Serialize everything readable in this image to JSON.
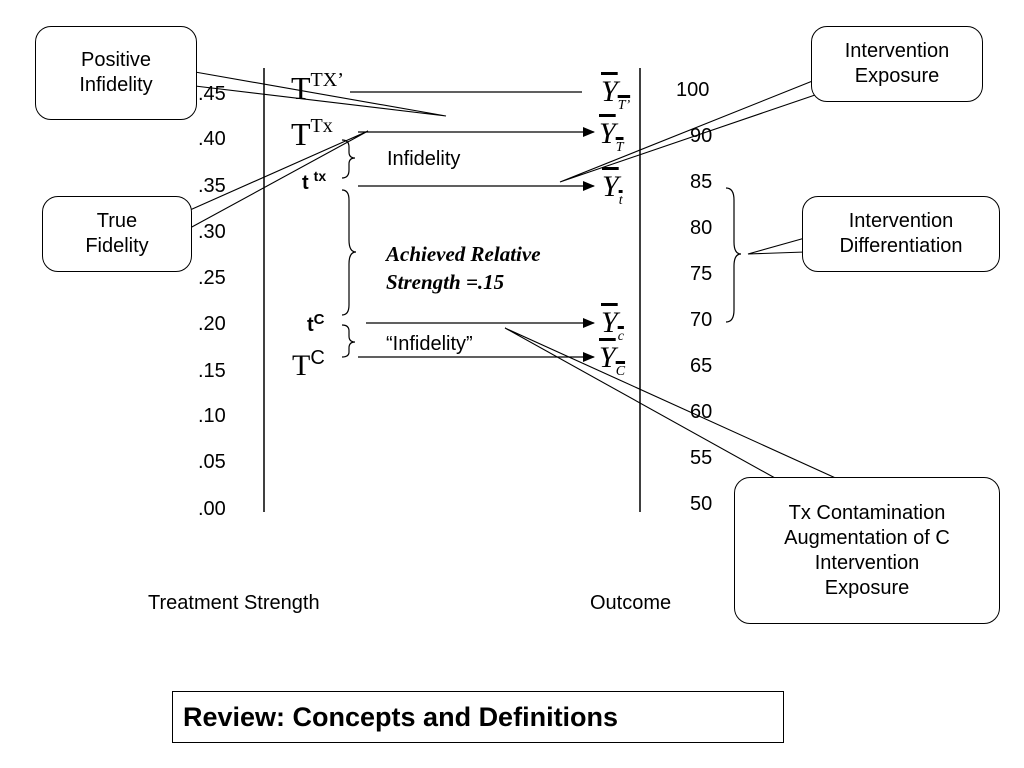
{
  "left_axis": {
    "ticks": [
      ".45",
      ".40",
      ".35",
      ".30",
      ".25",
      ".20",
      ".15",
      ".10",
      ".05",
      ".00"
    ],
    "label": "Treatment Strength"
  },
  "right_axis": {
    "ticks": [
      "100",
      "90",
      "85",
      "80",
      "75",
      "70",
      "65",
      "60",
      "55",
      "50"
    ],
    "label": "Outcome"
  },
  "treatment_labels": {
    "ttx_prime": {
      "base": "T",
      "sup": "TX’"
    },
    "ttx": {
      "base": "T",
      "sup": "Tx"
    },
    "t_tx": {
      "base": "t",
      "sup": "tx"
    },
    "t_c": {
      "base": "t",
      "sup": "C"
    },
    "T_C": {
      "base": "T",
      "sup": "C"
    }
  },
  "outcome_labels": {
    "y_tprime": {
      "base": "Y",
      "sub": "T’"
    },
    "y_T": {
      "base": "Y",
      "sub": "T"
    },
    "y_t": {
      "base": "Y",
      "sub": "t"
    },
    "y_c": {
      "base": "Y",
      "sub": "c"
    },
    "y_C": {
      "base": "Y",
      "sub": "C"
    }
  },
  "middle_labels": {
    "infidelity": "Infidelity",
    "achieved_relative_strength": "Achieved Relative\nStrength =.15",
    "quoted_infidelity": "“Infidelity”"
  },
  "callouts": {
    "positive_infidelity": "Positive\nInfidelity",
    "true_fidelity": "True\nFidelity",
    "intervention_exposure": "Intervention\nExposure",
    "intervention_differentiation": "Intervention\nDifferentiation",
    "tx_contamination": "Tx Contamination\nAugmentation of C\nIntervention\nExposure"
  },
  "slide_title": "Review: Concepts and Definitions"
}
